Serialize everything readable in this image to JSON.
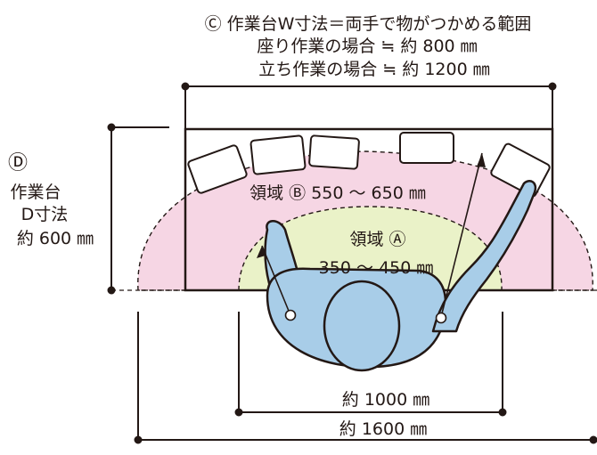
{
  "title": {
    "line1": "Ⓒ 作業台W寸法＝両手で物がつかめる範囲",
    "line2": "座り作業の場合 ≒ 約 800 ㎜",
    "line3": "立ち作業の場合 ≒ 約 1200 ㎜"
  },
  "depth_label": {
    "symbol": "Ⓓ",
    "line1": "作業台",
    "line2": "D寸法",
    "line3": "約 600 ㎜"
  },
  "zone_b": {
    "label": "領域 Ⓑ 550 ～ 650 ㎜",
    "color": "#f6d6e4"
  },
  "zone_a": {
    "label_line1": "領域 Ⓐ",
    "label_line2": "350 ～ 450 ㎜",
    "color": "#eaf2c8"
  },
  "dims": {
    "inner": "約 1000 ㎜",
    "outer": "約 1600 ㎜"
  },
  "colors": {
    "body": "#a8cde8",
    "outline": "#231815",
    "paper": "#ffffff"
  }
}
